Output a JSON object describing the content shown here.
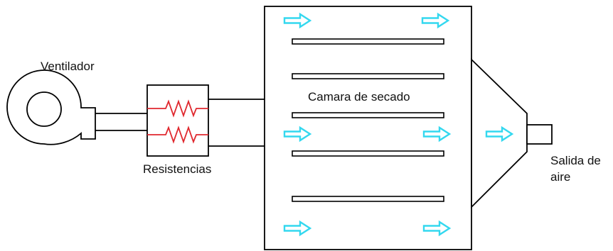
{
  "labels": {
    "fan": "Ventilador",
    "heaters": "Resistencias",
    "chamber": "Camara de secado",
    "outlet_line1": "Salida de",
    "outlet_line2": "aire"
  },
  "colors": {
    "line": "#000000",
    "heater": "#e0282e",
    "airflow": "#33d8ef"
  },
  "icons": {
    "airflow": "arrow-right-outline-icon",
    "heater": "resistor-icon"
  }
}
